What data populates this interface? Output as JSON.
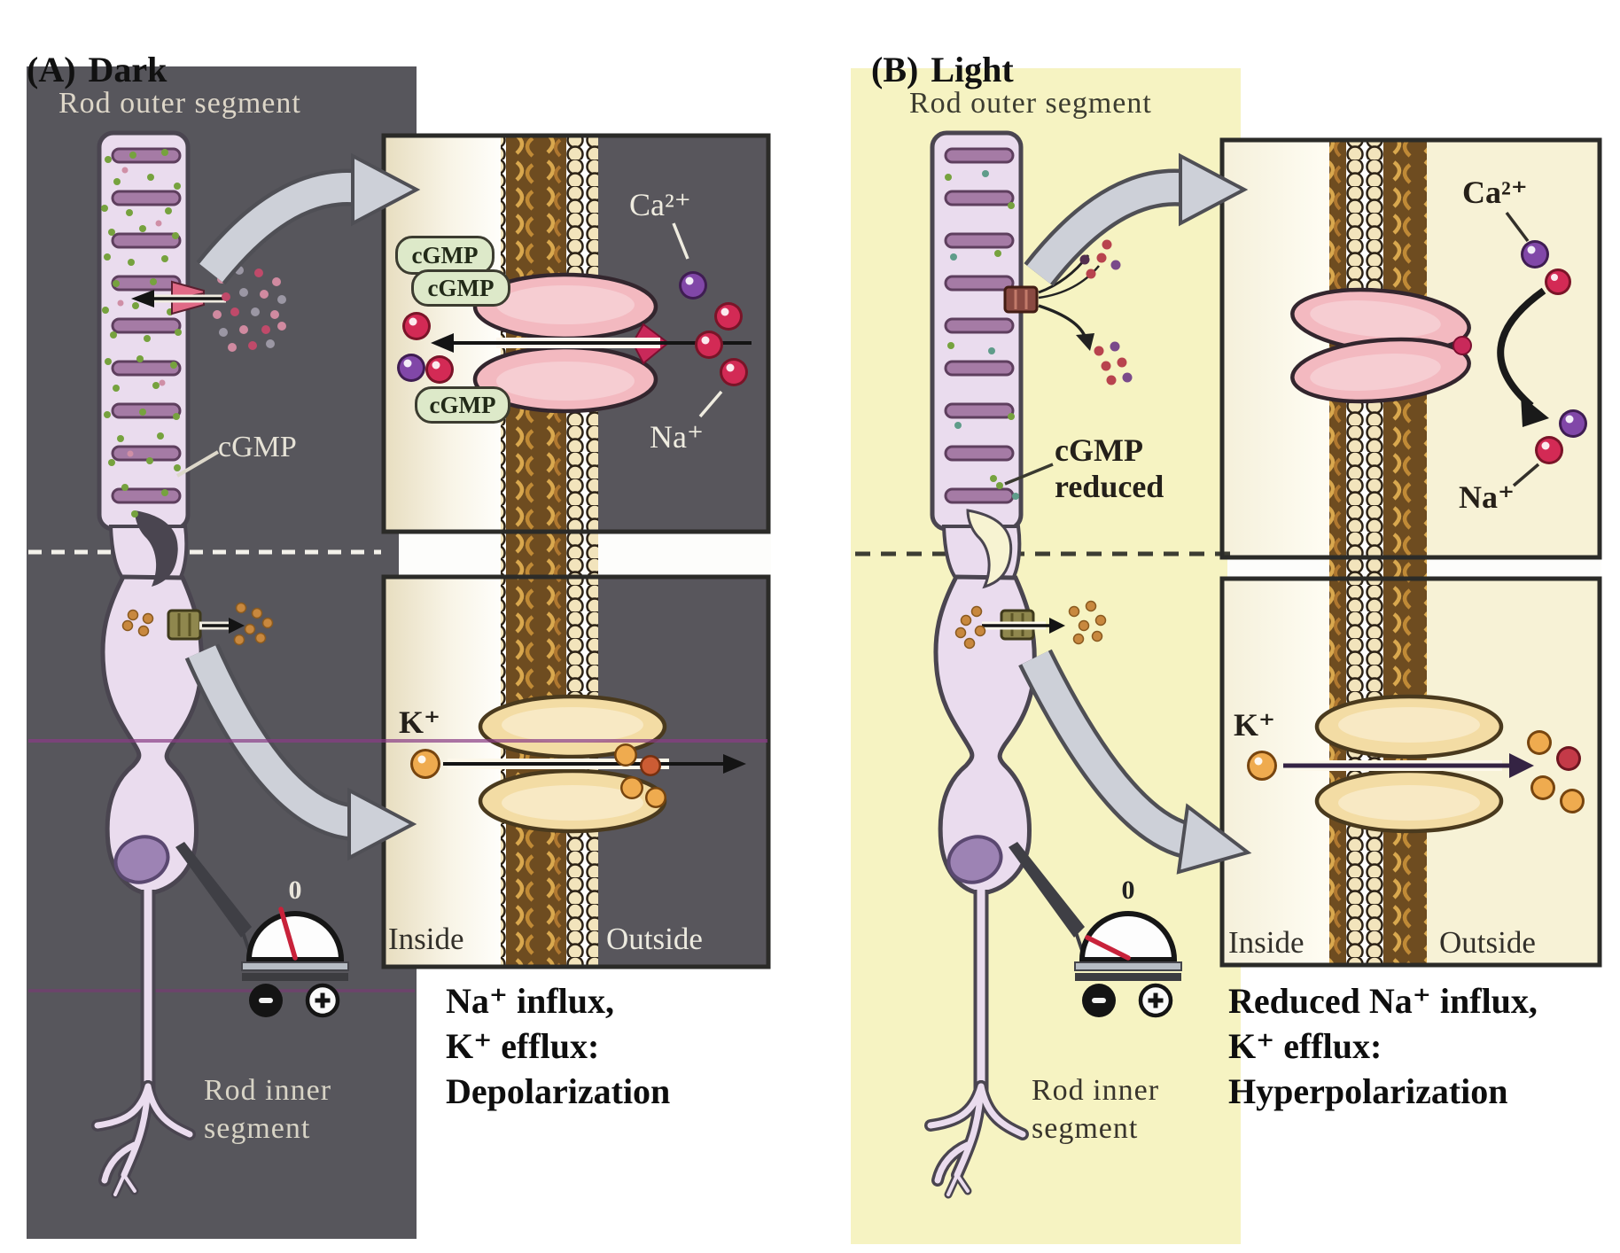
{
  "panel_a": {
    "tag": "(A)",
    "title": "Dark",
    "rod_outer_label": "Rod outer segment",
    "cgmp_label": "cGMP",
    "rod_inner_label": "Rod inner\nsegment",
    "meter_zero": "0",
    "caption": "Na⁺ influx,\nK⁺ efflux:\nDepolarization",
    "inset_top": {
      "pills": [
        "cGMP",
        "cGMP",
        "cGMP"
      ],
      "ca_label": "Ca²⁺",
      "na_label": "Na⁺"
    },
    "inset_bottom": {
      "k_label": "K⁺",
      "inside_label": "Inside",
      "outside_label": "Outside"
    }
  },
  "panel_b": {
    "tag": "(B)",
    "title": "Light",
    "rod_outer_label": "Rod outer segment",
    "cgmp_reduced_label": "cGMP\nreduced",
    "rod_inner_label": "Rod inner\nsegment",
    "meter_zero": "0",
    "caption": "Reduced Na⁺ influx,\nK⁺ efflux:\nHyperpolarization",
    "inset_top": {
      "ca_label": "Ca²⁺",
      "na_label": "Na⁺"
    },
    "inset_bottom": {
      "k_label": "K⁺",
      "inside_label": "Inside",
      "outside_label": "Outside"
    }
  },
  "colors": {
    "panel_dark": "#57565c",
    "panel_light": "#f6f3c2",
    "ion_na": "#d32a55",
    "ion_ca": "#8147a8",
    "ion_k": "#efab4f",
    "cgmp_green": "#76a23e",
    "na_channel_pink": "#f3b9c0",
    "k_channel_tan": "#f3dca4",
    "membrane_brown": "#6e4c20",
    "scan_line_purple": "#8a3c86"
  }
}
